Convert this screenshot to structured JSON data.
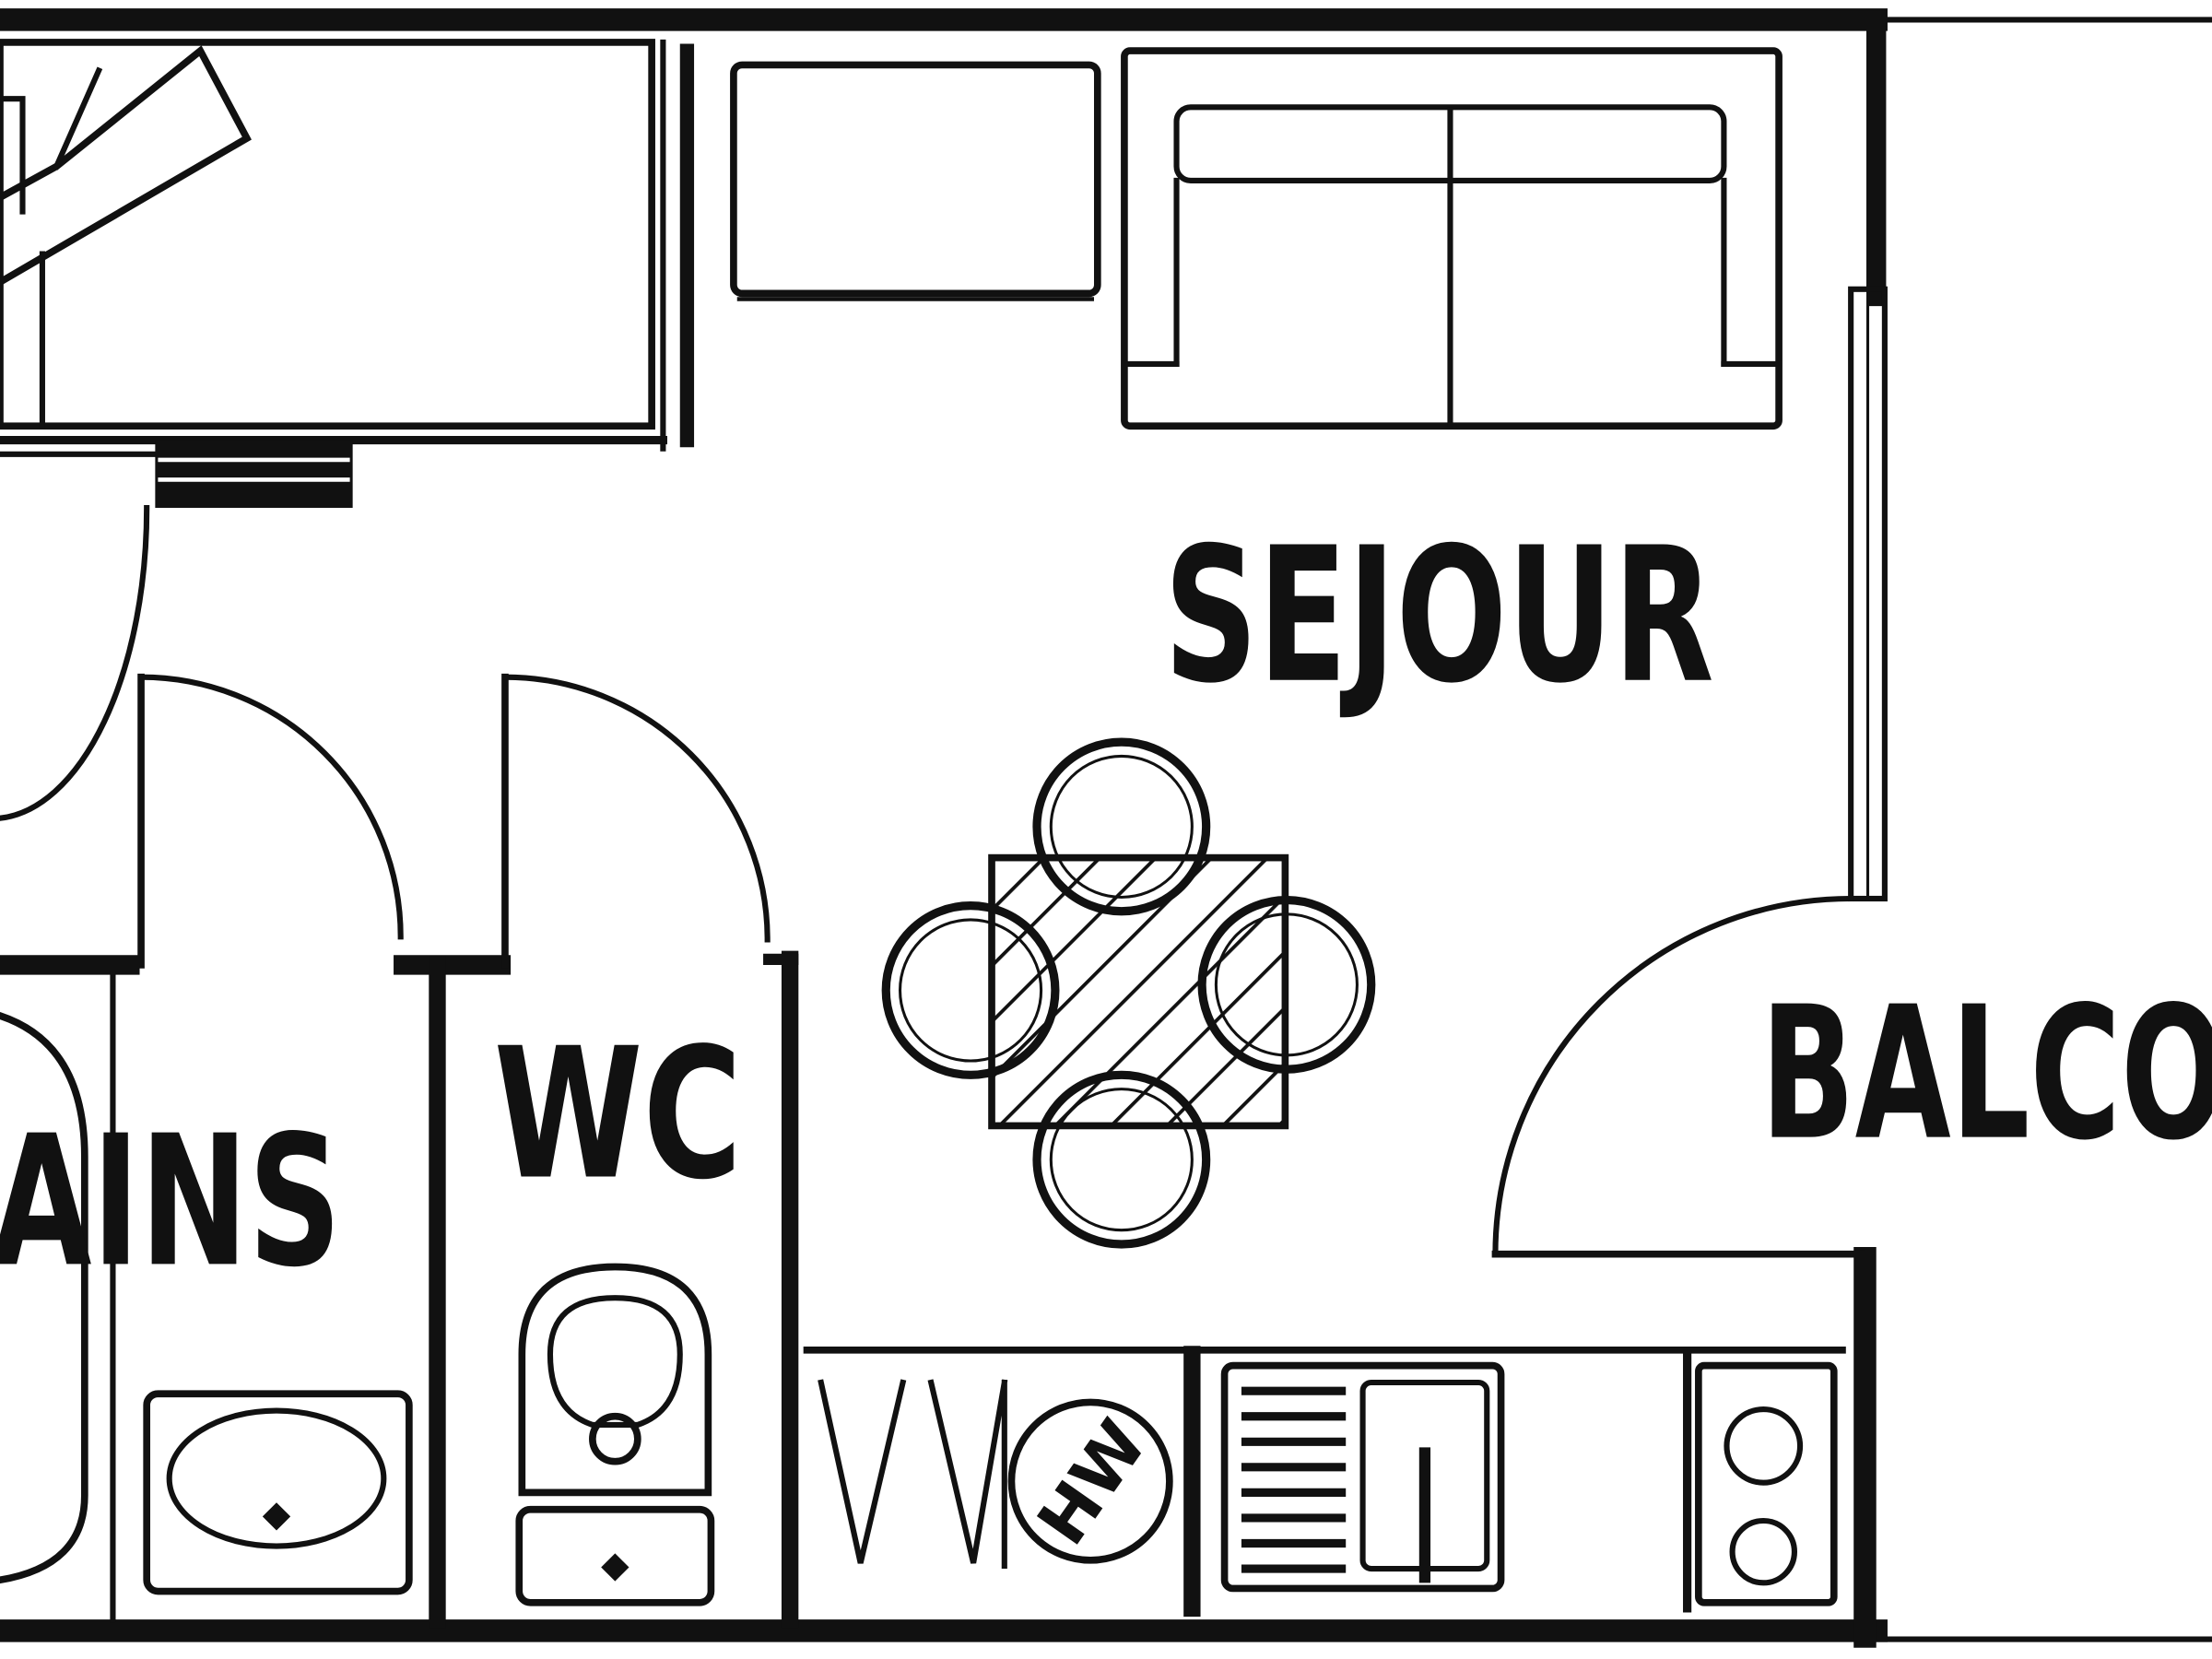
{
  "plan": {
    "rooms": {
      "sejour": "SEJOUR",
      "balcony": "BALCO",
      "bath": "AINS",
      "wc": "WC"
    },
    "appliance": {
      "water_heater": "HW"
    }
  }
}
